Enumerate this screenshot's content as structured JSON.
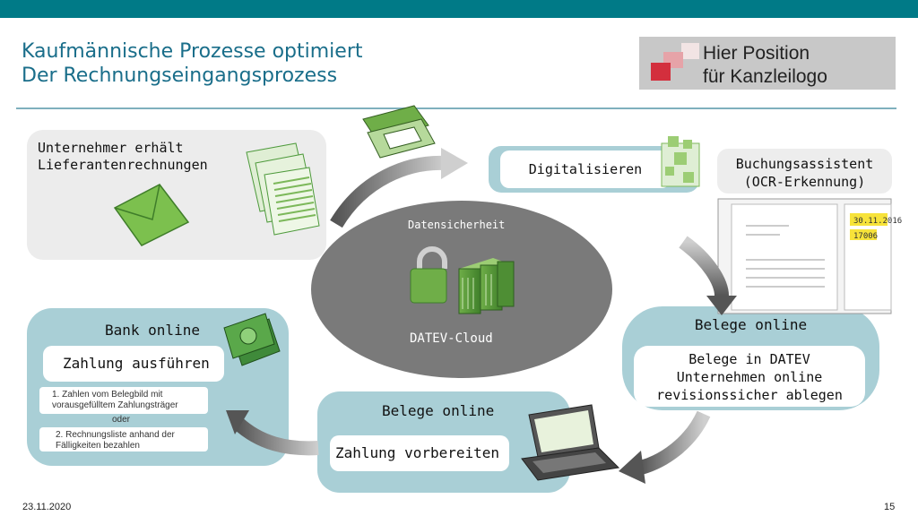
{
  "header": {
    "title_line1": "Kaufmännische Prozesse optimiert",
    "title_line2": "Der Rechnungseingangsprozess",
    "logo_line1": "Hier Position",
    "logo_line2": "für Kanzleilogo"
  },
  "steps": {
    "invoices_line1": "Unternehmer erhält",
    "invoices_line2": "Lieferantenrechnungen",
    "digitize": "Digitalisieren",
    "ocr_line1": "Buchungsassistent",
    "ocr_line2": "(OCR-Erkennung)",
    "belege_online_right": "Belege online",
    "archive_line1": "Belege in DATEV",
    "archive_line2": "Unternehmen online",
    "archive_line3": "revisionssicher ablegen",
    "belege_online_bottom": "Belege online",
    "prepare_payment": "Zahlung vorbereiten",
    "bank_online": "Bank online",
    "execute_payment": "Zahlung ausführen",
    "option1_line1": "1. Zahlen vom Belegbild mit",
    "option1_line2": "vorausgefülltem Zahlungsträger",
    "option_or": "oder",
    "option2_line1": "2. Rechnungsliste anhand der",
    "option2_line2": "Fälligkeiten bezahlen"
  },
  "center": {
    "security": "Datensicherheit",
    "cloud": "DATEV-Cloud"
  },
  "document_preview": {
    "date": "30.11.2016",
    "number": "17006"
  },
  "footer": {
    "date": "23.11.2020",
    "page": "15"
  },
  "colors": {
    "topbar": "#007a87",
    "panel": "#a9cfd6",
    "ellipse": "#7a7a7a",
    "document_green": "#4e9a3c",
    "logo_red": "#d32f3d"
  },
  "icons": [
    "envelope-icon",
    "invoice-stack-icon",
    "scanner-icon",
    "document-scan-icon",
    "padlock-icon",
    "server-icon",
    "banknotes-icon",
    "laptop-icon",
    "arrow-icon"
  ]
}
